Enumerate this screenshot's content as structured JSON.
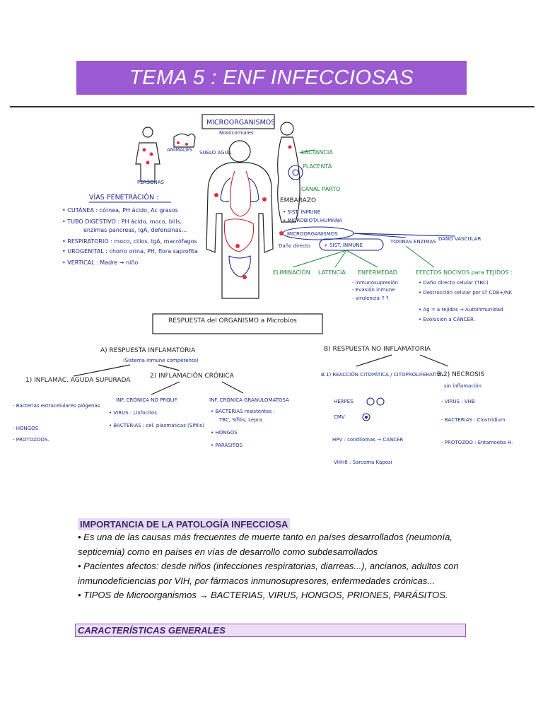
{
  "title": "TEMA 5 : ENF INFECCIOSAS",
  "diagram": {
    "labels": {
      "microorganismos_box": "MICROORGANISMOS",
      "nosocomiales": "Nosocomiales",
      "animales": "ANIMALES",
      "suelo_agua": "SUELO AGUA",
      "personas": "PERSONAS",
      "vias_penetracion": "VÍAS PENETRACIÓN :",
      "cutanea": "• CUTÁNEA : córnea, PH ácido, Ac grasos",
      "tubo_digestivo": "• TUBO DIGESTIVO : PH ácido, moco, bilis,",
      "tubo_digestivo2": "enzimas pancreas, IgA, defensinas...",
      "respiratorio": "• RESPIRATORIO : moco, cilios, IgA, macrófagos",
      "urogenital": "• UROGENITAL : chorro orina, PH, flora saprofita",
      "vertical": "• VERTICAL : Madre → niño",
      "lactancia": "LACTANCIA",
      "placenta": "PLACENTA",
      "canal_parto": "CANAL PARTO",
      "embarazo": "EMBARAZO",
      "sist_inmune": "• SIST. INMUNE",
      "microbiota": "• MICROBIOTA HUMANA",
      "microorganismos2": "MICROORGANISMOS",
      "dano_directo": "Daño directo",
      "sist_inmune2": "+ SIST. INMUNE",
      "toxinas": "TOXINAS ENZIMAS",
      "dano_vascular": "DAÑO VASCULAR",
      "eliminacion": "ELIMINACIÓN",
      "latencia": "LATENCIA",
      "enfermedad": "ENFERMEDAD",
      "inmunosupresion": "- inmunosupresión",
      "evasion": "- Evasión inmune",
      "virulencia": "- virulencia ↑↑",
      "efectos_nocivos": "EFECTOS NOCIVOS para TEJIDOS :",
      "efecto1": "• Daño directo celular (TBC)",
      "efecto2": "• Destrucción celular por LT CD8+/NK",
      "efecto3": "• Ag = a tejidos → Autoinmunidad",
      "efecto4": "• Evolución a CÁNCER.",
      "respuesta_box": "RESPUESTA del ORGANISMO a Microbios",
      "a_resp": "A) RESPUESTA INFLAMATORIA",
      "a_sub": "(Sistema inmune competente)",
      "b_resp": "B) RESPUESTA NO INFLAMATORIA",
      "inflam_aguda": "1) INFLAMAC. AGUDA SUPURADA",
      "aguda_items": [
        "- Bacterias extracelulares piógenas",
        "- HONGOS",
        "- PROTOZOOS."
      ],
      "inflam_cronica": "2) INFLAMACIÓN CRÓNICA",
      "inf_no_prolif": "INF. CRÓNICA NO PROLIF.",
      "no_prolif_items": [
        "• VIRUS : Linfocitos",
        "• BACTERIAS : cél. plasmáticas (Sífilis)"
      ],
      "inf_granulom": "INF. CRÓNICA GRANULOMATOSA",
      "granulom_items": [
        "• BACTERIAS resistentes :",
        "TBC, Sífilis, Lepra",
        "• HONGOS",
        "• PARÁSITOS"
      ],
      "b1": "B.1) REACCIÓN CITOPÁTICA / CITOPROLIFERATIVA",
      "b1_items": [
        "HERPES",
        "CMV",
        "HPV : condilomas → CÁNCER",
        "VHH8 : Sarcoma Kaposi"
      ],
      "b2": "B.2) NECROSIS",
      "b2_sub": "sin inflamación",
      "b2_items": [
        "- VIRUS : VHB",
        "- BACTERIAS : Clostridium",
        "- PROTOZOO : Entamoeba H."
      ]
    }
  },
  "importancia": {
    "heading": "IMPORTANCIA DE LA PATOLOGÍA INFECCIOSA",
    "p1": "• Es una de las causas más frecuentes de muerte tanto en países desarrollados (neumonía, septicemia) como en países en vías de desarrollo como subdesarrollados",
    "p2": "• Pacientes afectos: desde niños (infecciones respiratorias, diarreas...), ancianos, adultos con inmunodeficiencias por VIH, por fármacos inmunosupresores, enfermedades crónicas...",
    "p3": "• TIPOS de Microorganismos → BACTERIAS, VIRUS, HONGOS, PRIONES, PARÁSITOS."
  },
  "caracteristicas": {
    "heading": "CARACTERÍSTICAS GENERALES"
  },
  "colors": {
    "banner": "#9b5ad1",
    "ink_blue": "#1a2a8a",
    "ink_red": "#c0262f",
    "ink_green": "#1c8a3a"
  }
}
